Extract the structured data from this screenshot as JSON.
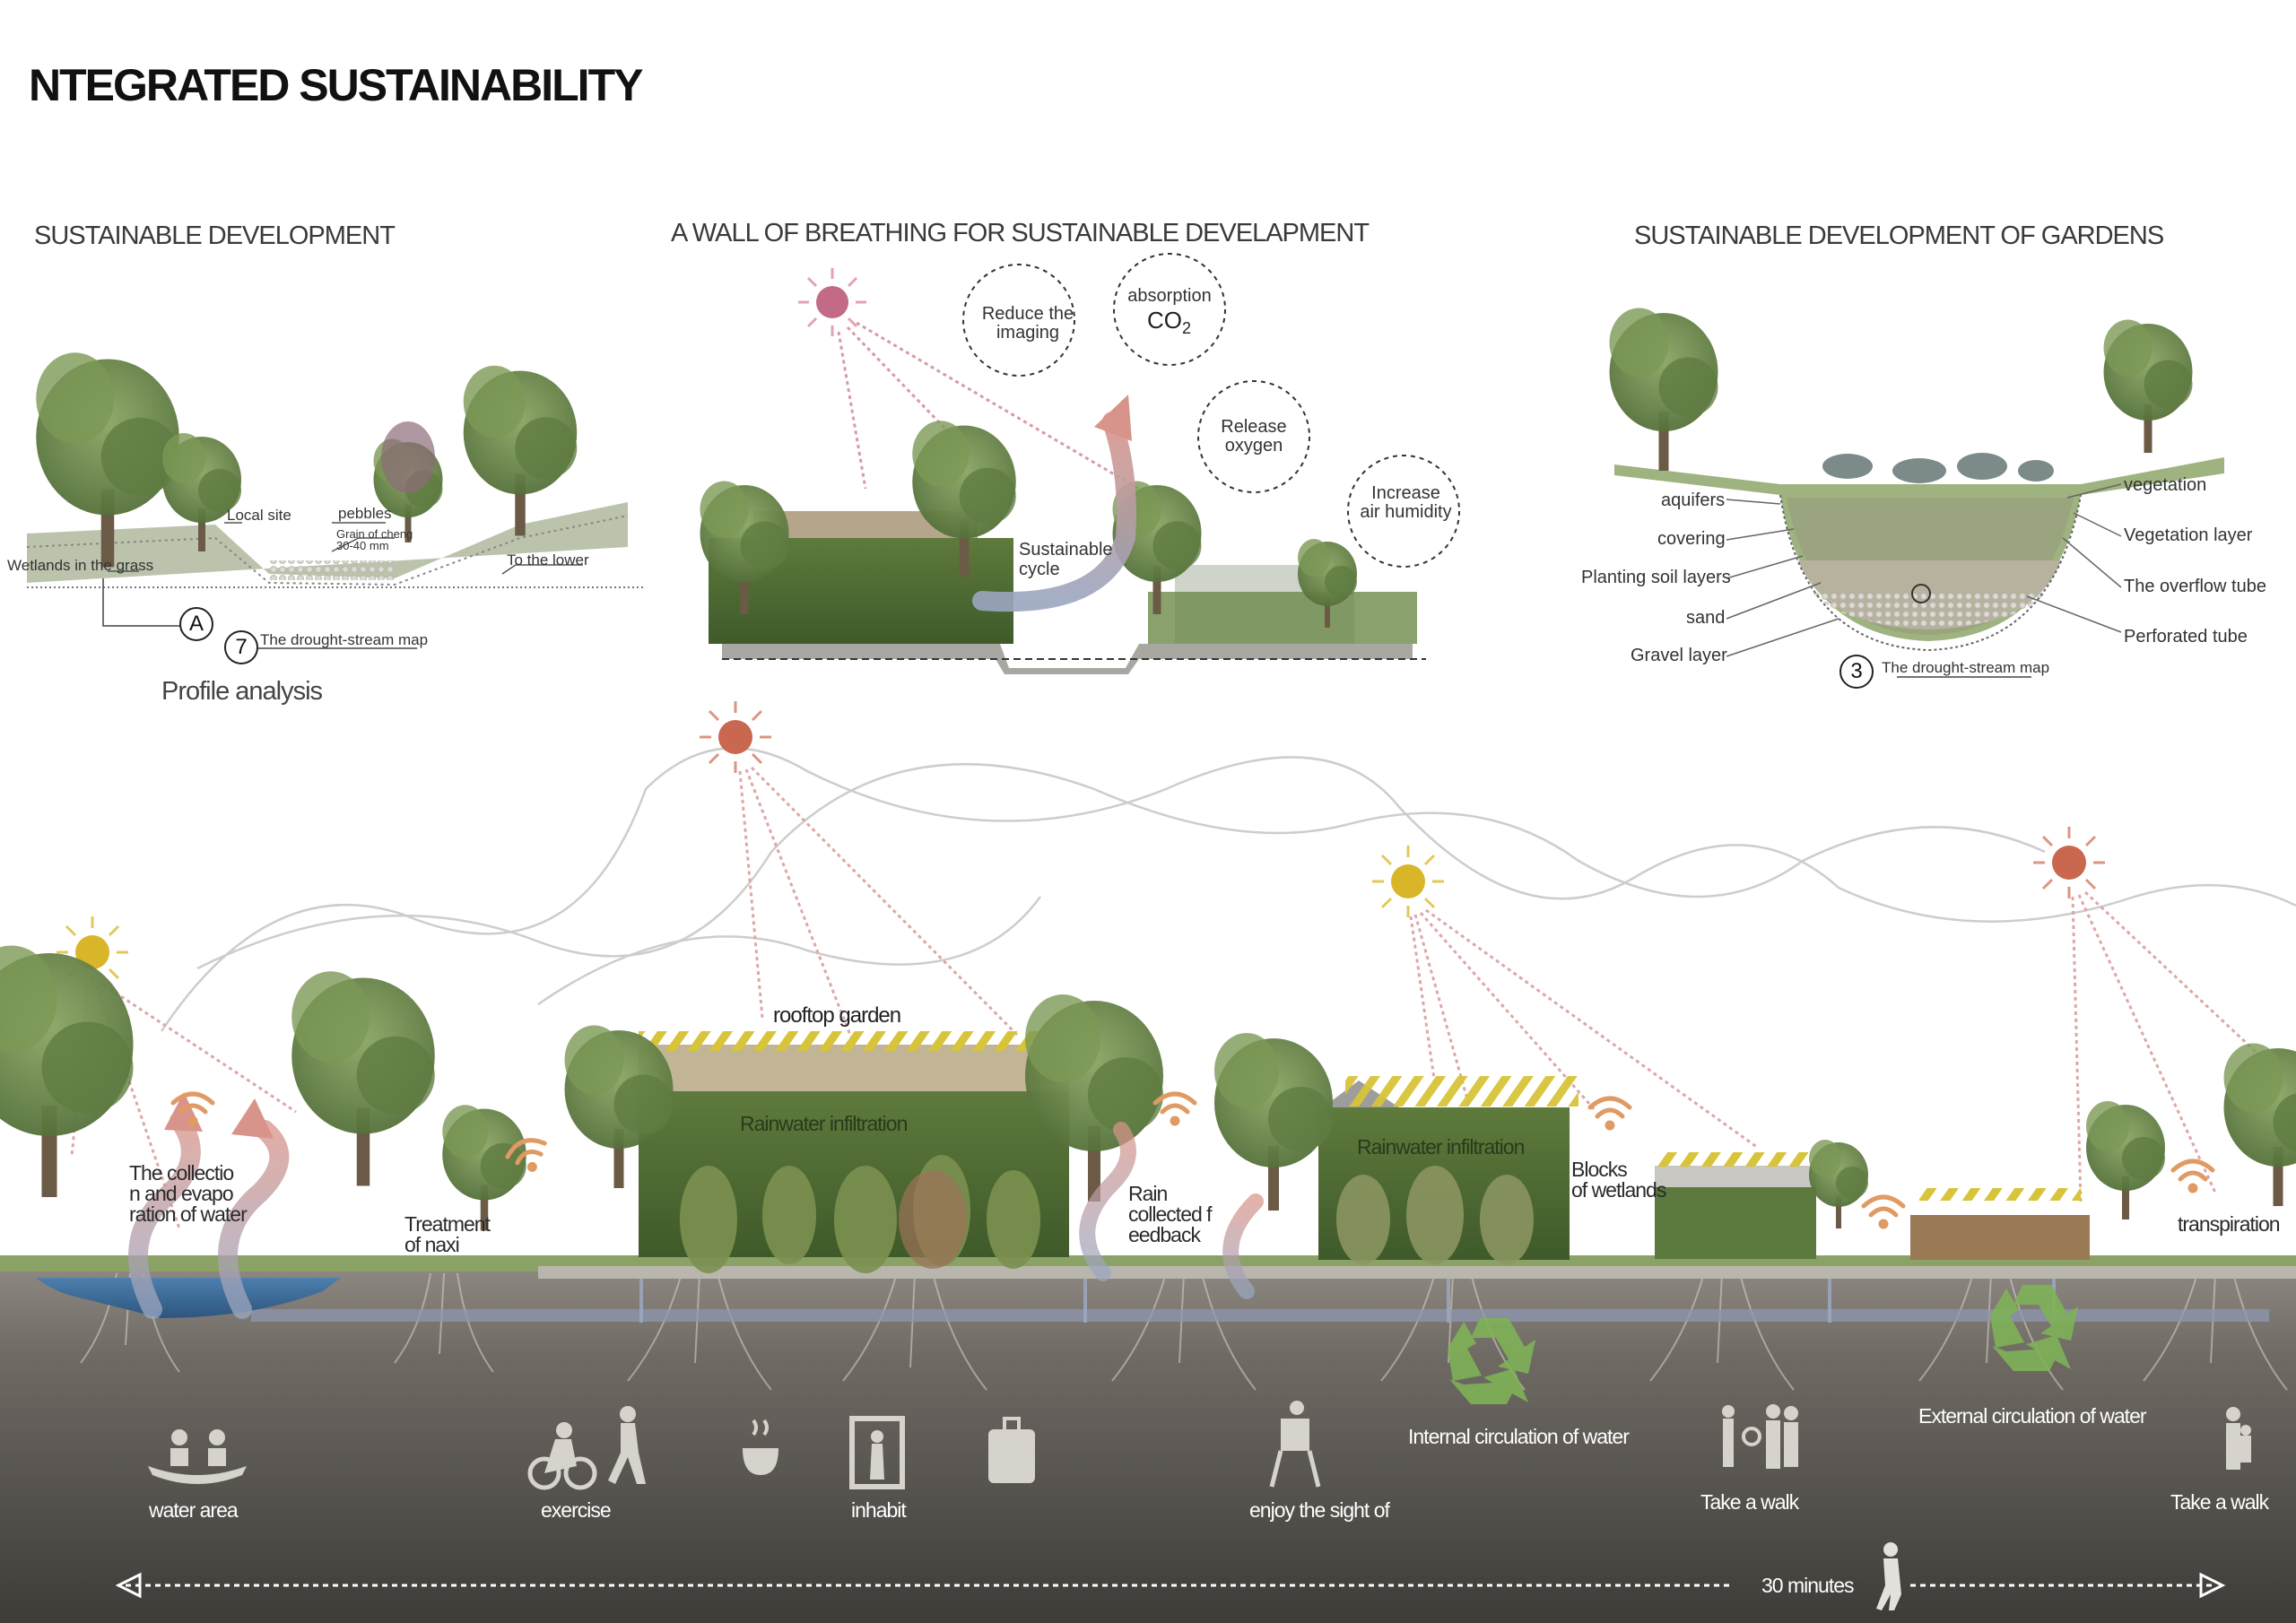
{
  "title": "NTEGRATED SUSTAINABILITY",
  "panels": {
    "development": {
      "heading": "SUSTAINABLE DEVELOPMENT",
      "labels": {
        "local_site": "Local site",
        "pebbles": "pebbles",
        "grain": "Grain of cheng\n30-40 mm",
        "wetlands": "Wetlands in the grass",
        "lower": "To the lower"
      },
      "marker_a": "A",
      "marker_7": "7",
      "map_label": "The drought-stream map",
      "caption": "Profile analysis"
    },
    "wall": {
      "heading": "A WALL OF BREATHING FOR SUSTAINABLE DEVELAPMENT",
      "bubbles": {
        "reduce": "Reduce the\nimaging",
        "absorption": "absorption",
        "co2_main": "CO",
        "co2_sub": "2",
        "oxygen": "Release\noxygen",
        "humidity": "Increase\nair humidity"
      },
      "cycle": "Sustainable\ncycle"
    },
    "gardens": {
      "heading": "SUSTAINABLE DEVELOPMENT OF GARDENS",
      "left_labels": [
        "aquifers",
        "covering",
        "Planting soil layers",
        "sand",
        "Gravel layer"
      ],
      "right_labels": [
        "vegetation",
        "Vegetation layer",
        "The overflow tube",
        "Perforated tube"
      ],
      "marker_3": "3",
      "map_label": "The drought-stream map"
    }
  },
  "section": {
    "rooftop": "rooftop garden",
    "rain_inf_1": "Rainwater infiltration",
    "rain_inf_2": "Rainwater infiltration",
    "collection": "The collectio\nn and evapo\nration of water",
    "treatment": "Treatment\nof naxi",
    "rain_collected": "Rain\ncollected f\needback",
    "wetlands_blocks": "Blocks\nof wetlands",
    "transpiration": "transpiration",
    "internal": "Internal circulation of water",
    "external": "External circulation of water"
  },
  "activities": [
    "water area",
    "exercise",
    "inhabit",
    "enjoy the sight of",
    "Take a walk",
    "Take a walk"
  ],
  "time_bar": "30 minutes",
  "colors": {
    "sun_yellow": "#d9b52a",
    "sun_red": "#c9674f",
    "sun_pink": "#c26a86",
    "tree_green": "#6d8a4a",
    "soil_dark": "#5e5a55",
    "recycle_green": "#7fb257"
  },
  "icons": {
    "sun": "sun-icon",
    "wifi": "signal-icon",
    "recycle": "recycle-icon",
    "arrow": "arrow-icon"
  }
}
